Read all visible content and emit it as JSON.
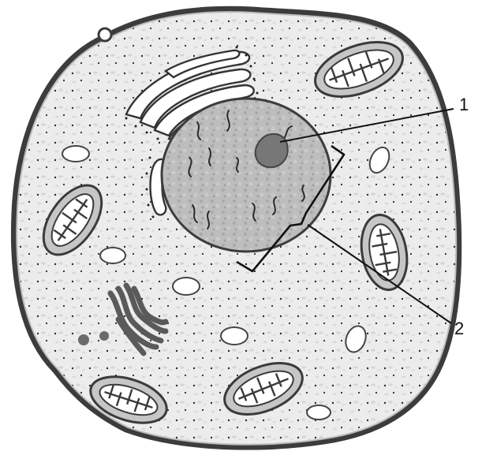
{
  "diagram": {
    "labels": [
      {
        "id": "label-1",
        "text": "1"
      },
      {
        "id": "label-2",
        "text": "2"
      }
    ],
    "colors": {
      "membrane": "#444444",
      "cytoplasm": "#e9e9e9",
      "nucleus": "#b5b5b5",
      "nucleolus": "#7a7a7a",
      "organelle_fill": "#c9c9c9",
      "golgi": "#5a5a5a"
    }
  }
}
